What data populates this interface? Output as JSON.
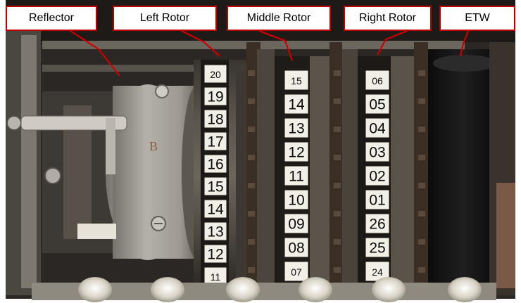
{
  "labels": {
    "reflector": "Reflector",
    "left_rotor": "Left Rotor",
    "middle_rotor": "Middle Rotor",
    "right_rotor": "Right Rotor",
    "etw": "ETW"
  },
  "left_rotor_numbers": [
    "20",
    "19",
    "18",
    "17",
    "16",
    "15",
    "14",
    "13",
    "12",
    "11"
  ],
  "middle_rotor_numbers": [
    "15",
    "14",
    "13",
    "12",
    "11",
    "10",
    "09",
    "08",
    "07"
  ],
  "right_rotor_numbers": [
    "06",
    "05",
    "04",
    "03",
    "02",
    "01",
    "26",
    "25",
    "24"
  ],
  "reflector_marking": "B",
  "colors": {
    "callout_border": "#c00000",
    "callout_line": "#d00000",
    "metal_dark": "#2a2622",
    "metal_light": "#a9a59c"
  }
}
